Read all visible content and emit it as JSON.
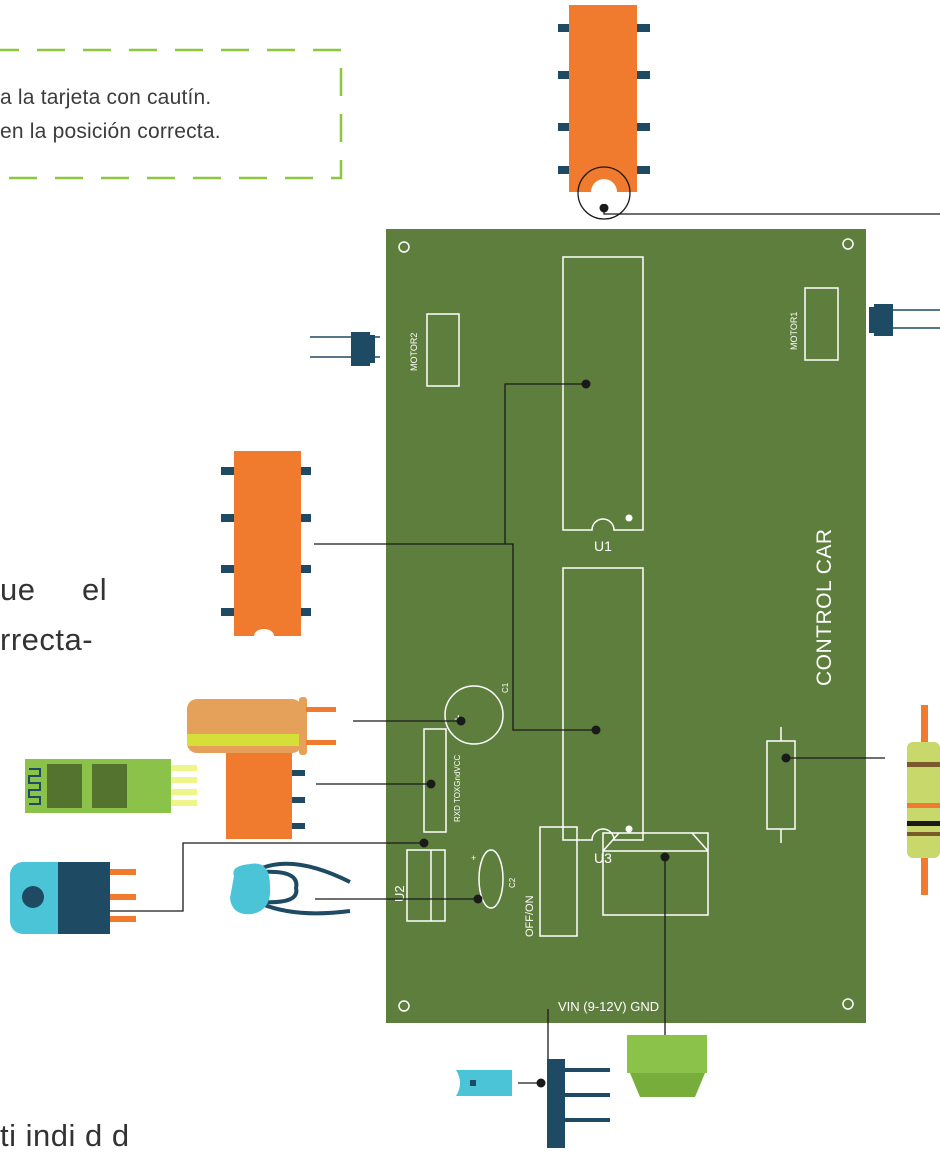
{
  "note": {
    "line1": "a la tarjeta con cautín.",
    "line2": "en la posición correcta."
  },
  "body_text": {
    "line1_a": "ue",
    "line1_b": "el",
    "line2": "rrecta-",
    "line3": "ti          indi     d       d"
  },
  "board": {
    "title": "CONTROL CAR",
    "motor1_label": "MOTOR1",
    "motor2_label": "MOTOR2",
    "u1_label": "U1",
    "u2_label": "U2",
    "u3_label": "U3",
    "bt_label": "RXD TOXGndVCC",
    "c1_label": "C1",
    "c2_label": "C2",
    "c2_plus": "+",
    "c1_plus": "+",
    "switch_label": "OFF/ON",
    "power_label": "VIN (9-12V)  GND"
  },
  "colors": {
    "board": "#5e7e3e",
    "dashed_border": "#8dc63f",
    "chip": "#f07a2e",
    "pin": "#1f4a63",
    "bluetooth_green": "#8bc34a",
    "light_blue": "#4bc4d8",
    "cap_orange": "#e5a15a",
    "cap_yellow": "#d6df3a",
    "resistor": "#c8d86a",
    "terminal_green": "#8bc34a"
  }
}
